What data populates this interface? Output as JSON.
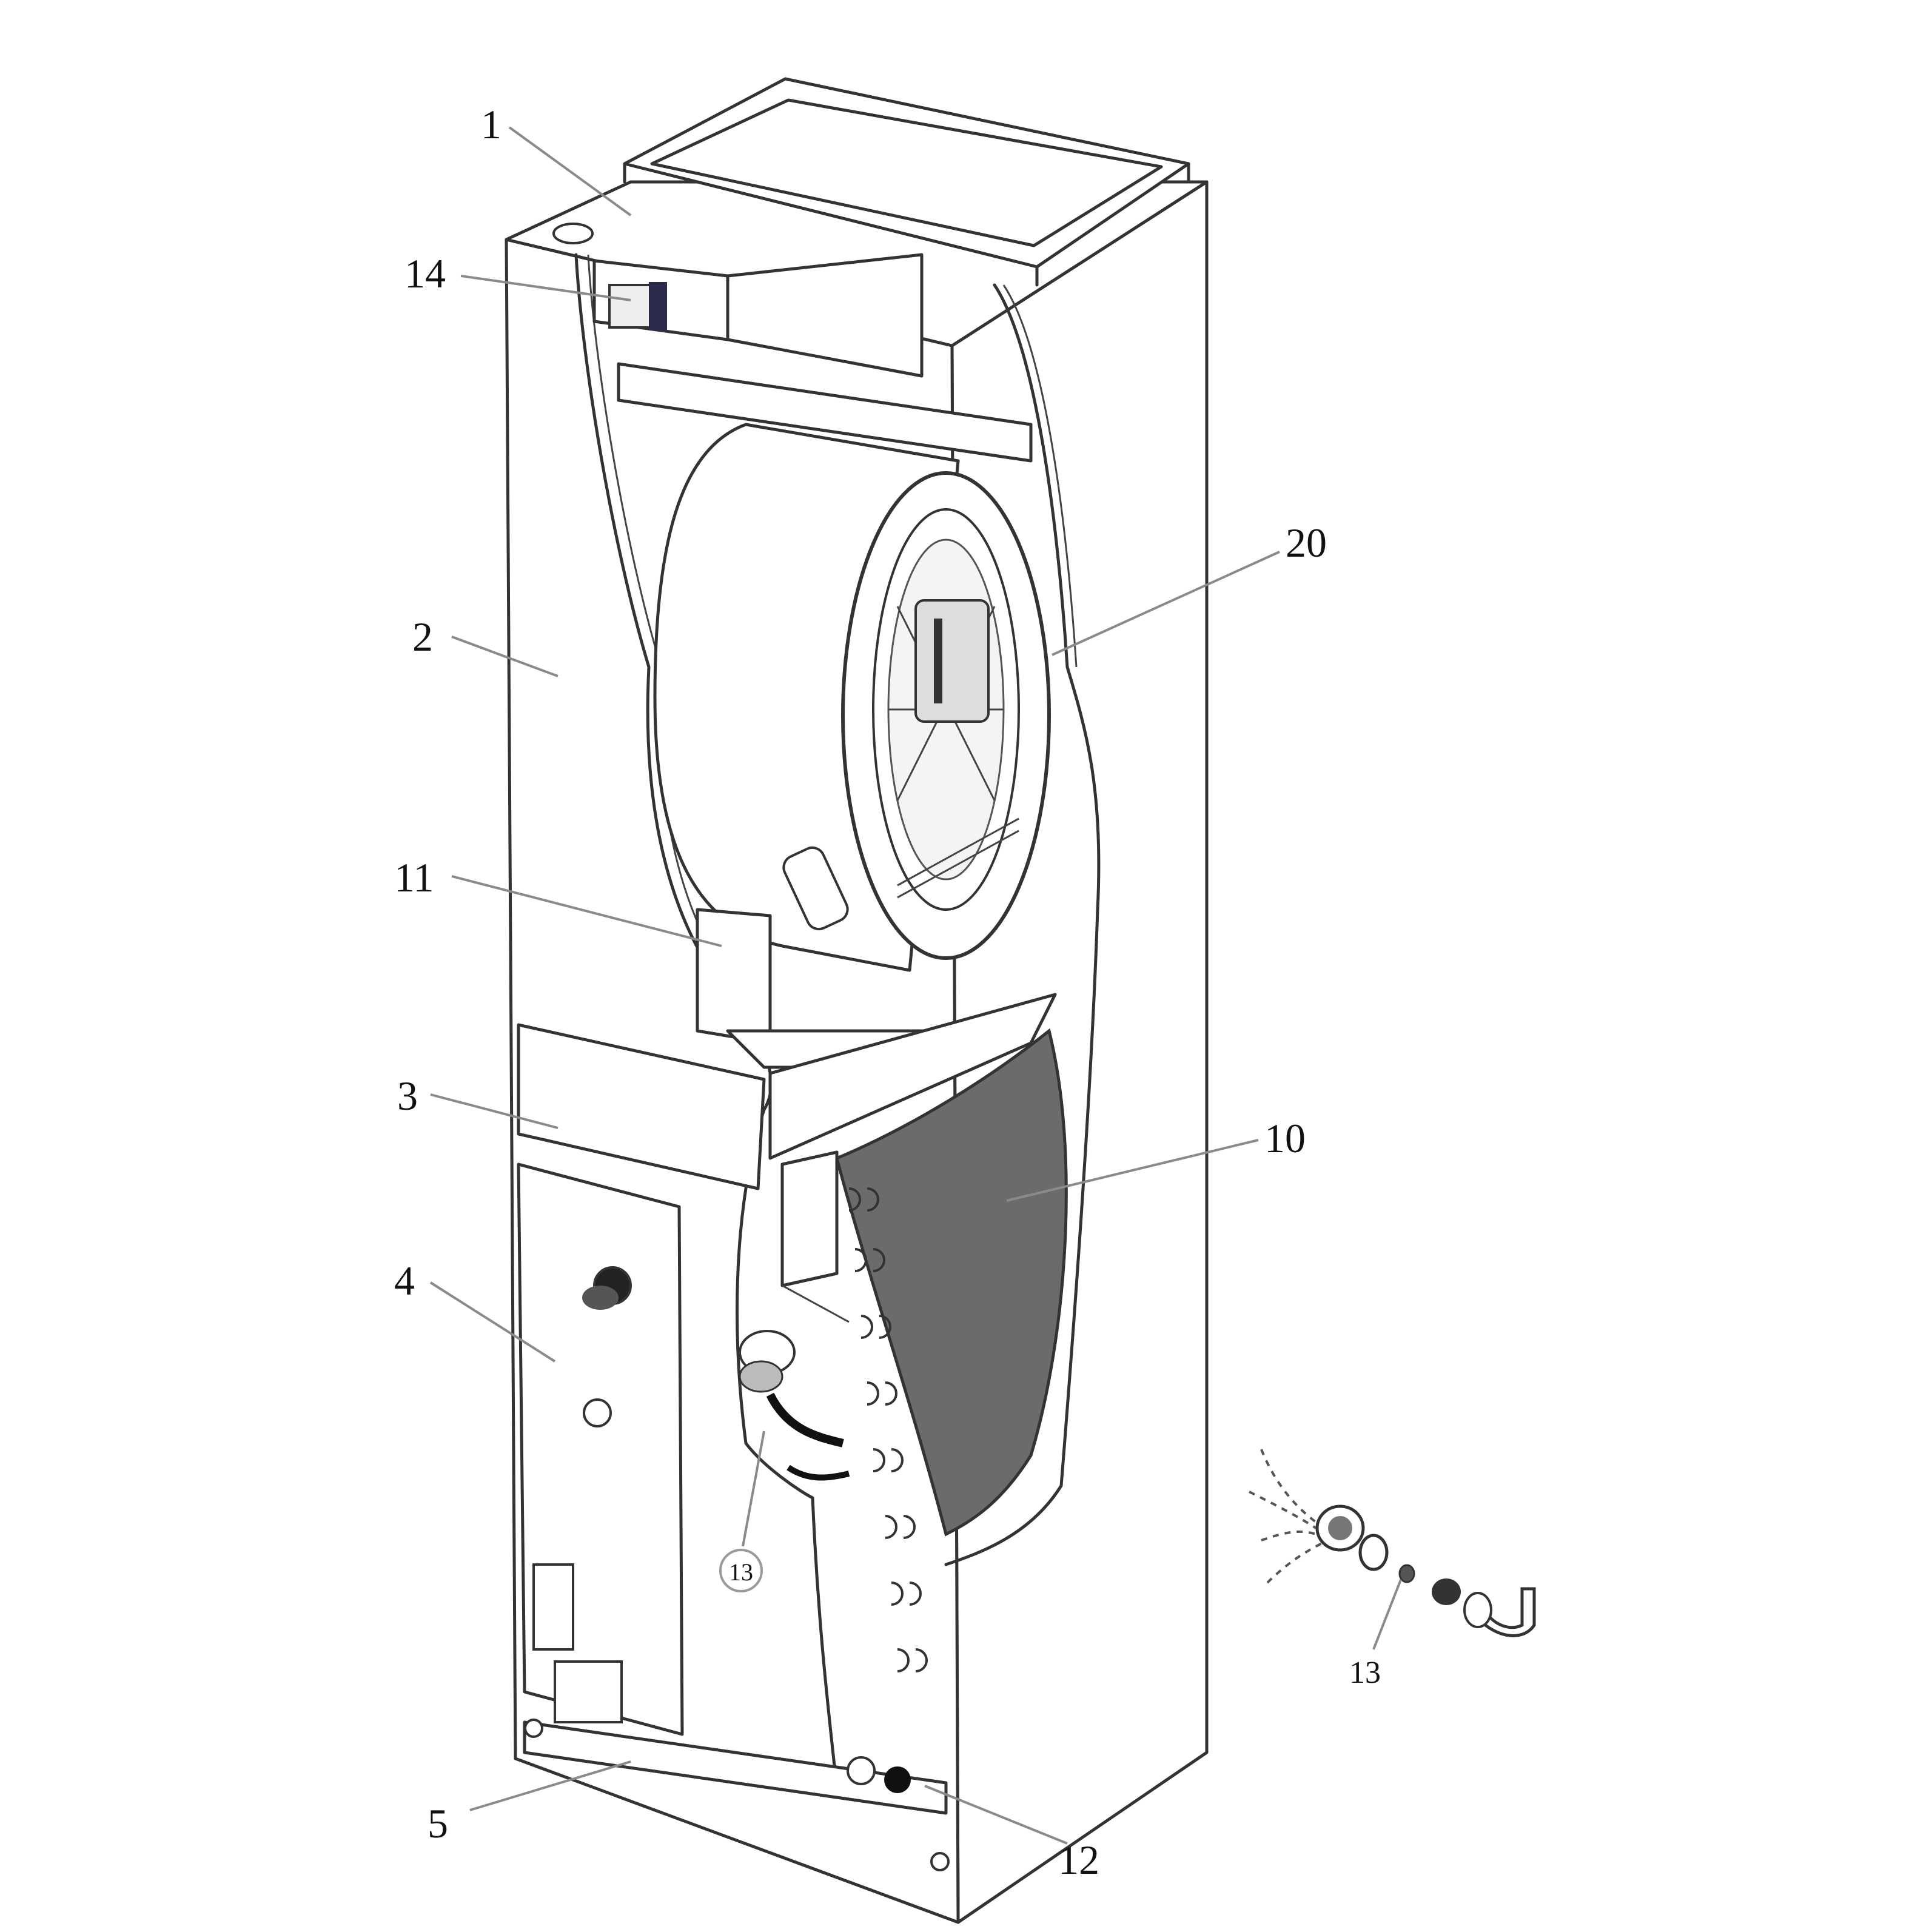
{
  "diagram": {
    "labels": {
      "top_panel": "1",
      "upper_front_panel": "2",
      "middle_panel": "3",
      "control_panel": "4",
      "base_panel": "5",
      "evaporator_coil": "10",
      "partition": "11",
      "drain_pan": "12",
      "expansion_valve_circled": "13",
      "expansion_valve_exploded": "13",
      "transformer": "14",
      "blower_assembly": "20"
    }
  }
}
